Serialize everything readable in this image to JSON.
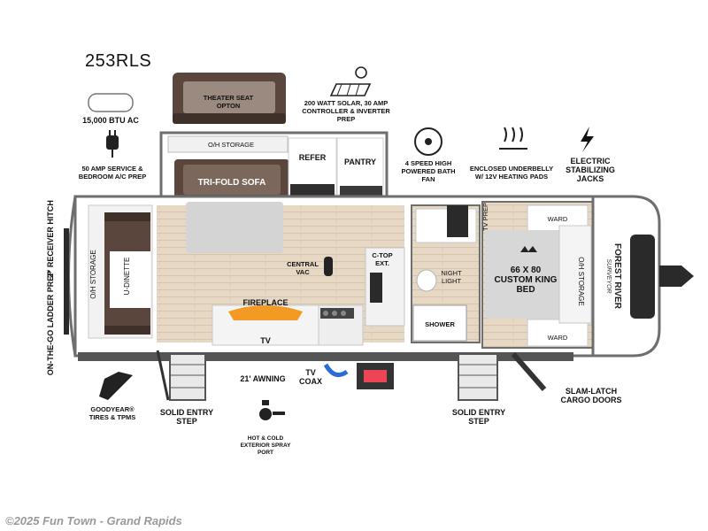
{
  "model": "253RLS",
  "brand_mark": "FOREST RIVER",
  "brand_sub": "SURVEYOR",
  "footer": "©2025 Fun Town - Grand Rapids",
  "labels": {
    "theater": "THEATER SEAT OPTON",
    "ac": "15,000 BTU AC",
    "service": "50 AMP SERVICE & BEDROOM A/C PREP",
    "solar": "200 WATT SOLAR, 30 AMP CONTROLLER & INVERTER PREP",
    "fan": "4 SPEED HIGH POWERED BATH FAN",
    "underbelly": "ENCLOSED UNDERBELLY W/ 12V HEATING PADS",
    "jacks": "ELECTRIC STABILIZING JACKS",
    "oh_storage_top": "O/H STORAGE",
    "refer": "REFER",
    "pantry": "PANTRY",
    "sofa": "TRI-FOLD SOFA",
    "tv_prep": "TV PREP",
    "ward_top": "WARD",
    "ward_bottom": "WARD",
    "receiver": "2\" RECEIVER HITCH",
    "oh_storage_left": "O/H STORAGE",
    "udinette": "U-DINETTE",
    "central_vac": "CENTRAL VAC",
    "ctop": "C-TOP EXT.",
    "night_light": "NIGHT LIGHT",
    "bed": "66 X 80 CUSTOM KING BED",
    "oh_storage_right": "O/H STORAGE",
    "ladder": "ON-THE-GO LADDER PREP",
    "fireplace": "FIREPLACE",
    "tv": "TV",
    "shower": "SHOWER",
    "awning": "21' AWNING",
    "tv_coax": "TV COAX",
    "tires": "GOODYEAR® TIRES & TPMS",
    "step_left": "SOLID ENTRY STEP",
    "spray": "HOT & COLD EXTERIOR SPRAY PORT",
    "step_right": "SOLID ENTRY STEP",
    "cargo": "SLAM-LATCH CARGO DOORS"
  }
}
